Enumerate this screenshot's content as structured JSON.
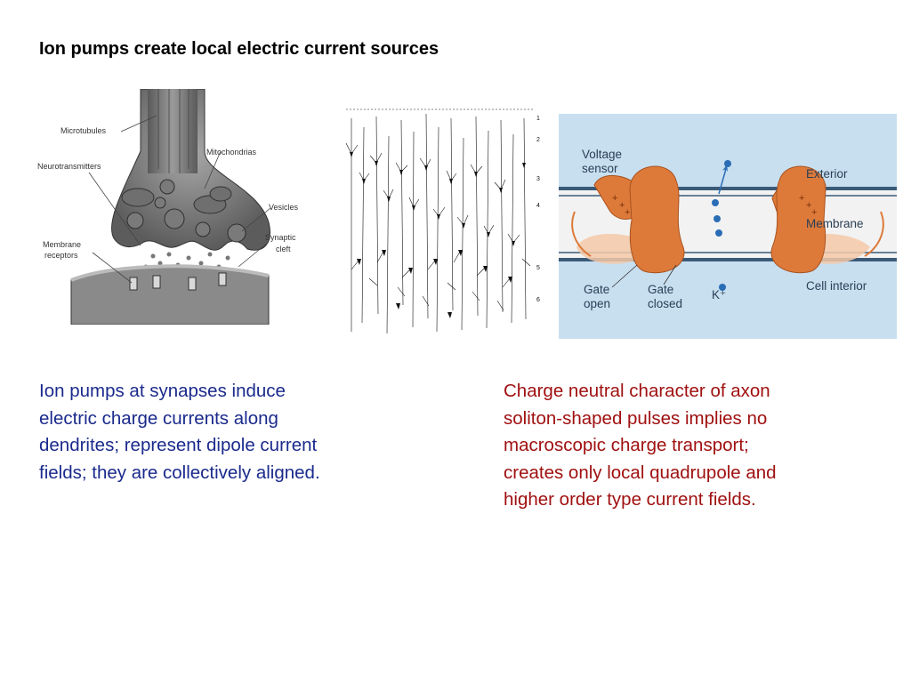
{
  "slide": {
    "title": "Ion pumps create local electric current sources"
  },
  "synapse_figure": {
    "labels": {
      "microtubules": "Microtubules",
      "mitochondrias": "Mitochondrias",
      "neurotransmitters": "Neurotransmitters",
      "vesicles": "Vesicles",
      "synaptic_cleft_1": "Synaptic",
      "synaptic_cleft_2": "cleft",
      "membrane_receptors_1": "Membrane",
      "membrane_receptors_2": "receptors"
    }
  },
  "cortex_figure": {
    "layer_labels": [
      "1",
      "2",
      "3",
      "4",
      "5",
      "6"
    ]
  },
  "channel_figure": {
    "labels": {
      "voltage_sensor_1": "Voltage",
      "voltage_sensor_2": "sensor",
      "exterior": "Exterior",
      "membrane": "Membrane",
      "cell_interior": "Cell interior",
      "gate_open_1": "Gate",
      "gate_open_2": "open",
      "gate_closed_1": "Gate",
      "gate_closed_2": "closed",
      "k_ion": "K⁺"
    },
    "colors": {
      "background": "#c8dff0",
      "membrane_band": "#f2f2f2",
      "protein": "#dd7a3a",
      "protein_light": "#f5c9a8",
      "ion": "#2a6db5"
    }
  },
  "captions": {
    "left": [
      "Ion pumps at synapses induce",
      "electric charge currents along",
      "dendrites; represent dipole current",
      "fields; they are collectively aligned."
    ],
    "right": [
      "Charge neutral character of axon",
      "soliton-shaped pulses implies no",
      "macroscopic charge transport;",
      "creates only local quadrupole and",
      "higher order type current fields."
    ]
  },
  "colors": {
    "left_caption": "#1a2a8c",
    "right_caption": "#a01010"
  }
}
